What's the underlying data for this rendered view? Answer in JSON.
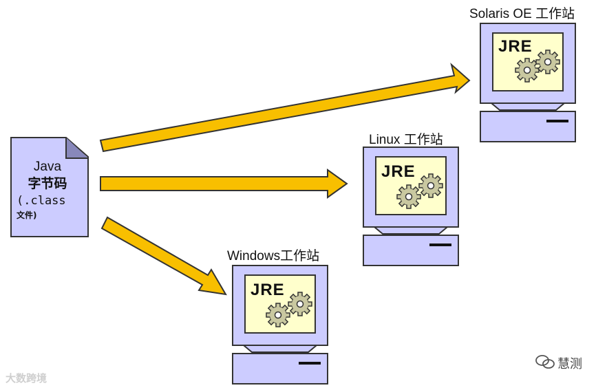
{
  "source": {
    "line1": "Java",
    "line2": "字节码",
    "line3": "(.class",
    "line4": "文件)"
  },
  "targets": [
    {
      "label": "Solaris OE 工作站",
      "runtime": "JRE"
    },
    {
      "label": "Linux 工作站",
      "runtime": "JRE"
    },
    {
      "label": "Windows工作站",
      "runtime": "JRE"
    }
  ],
  "watermarks": {
    "left": "大数跨境",
    "right": "慧测"
  },
  "colors": {
    "arrow": "#f8bf00",
    "monitor": "#ccccff",
    "screen": "#ffffcc",
    "gear": "#c8c8a0",
    "document": "#ccccff"
  }
}
